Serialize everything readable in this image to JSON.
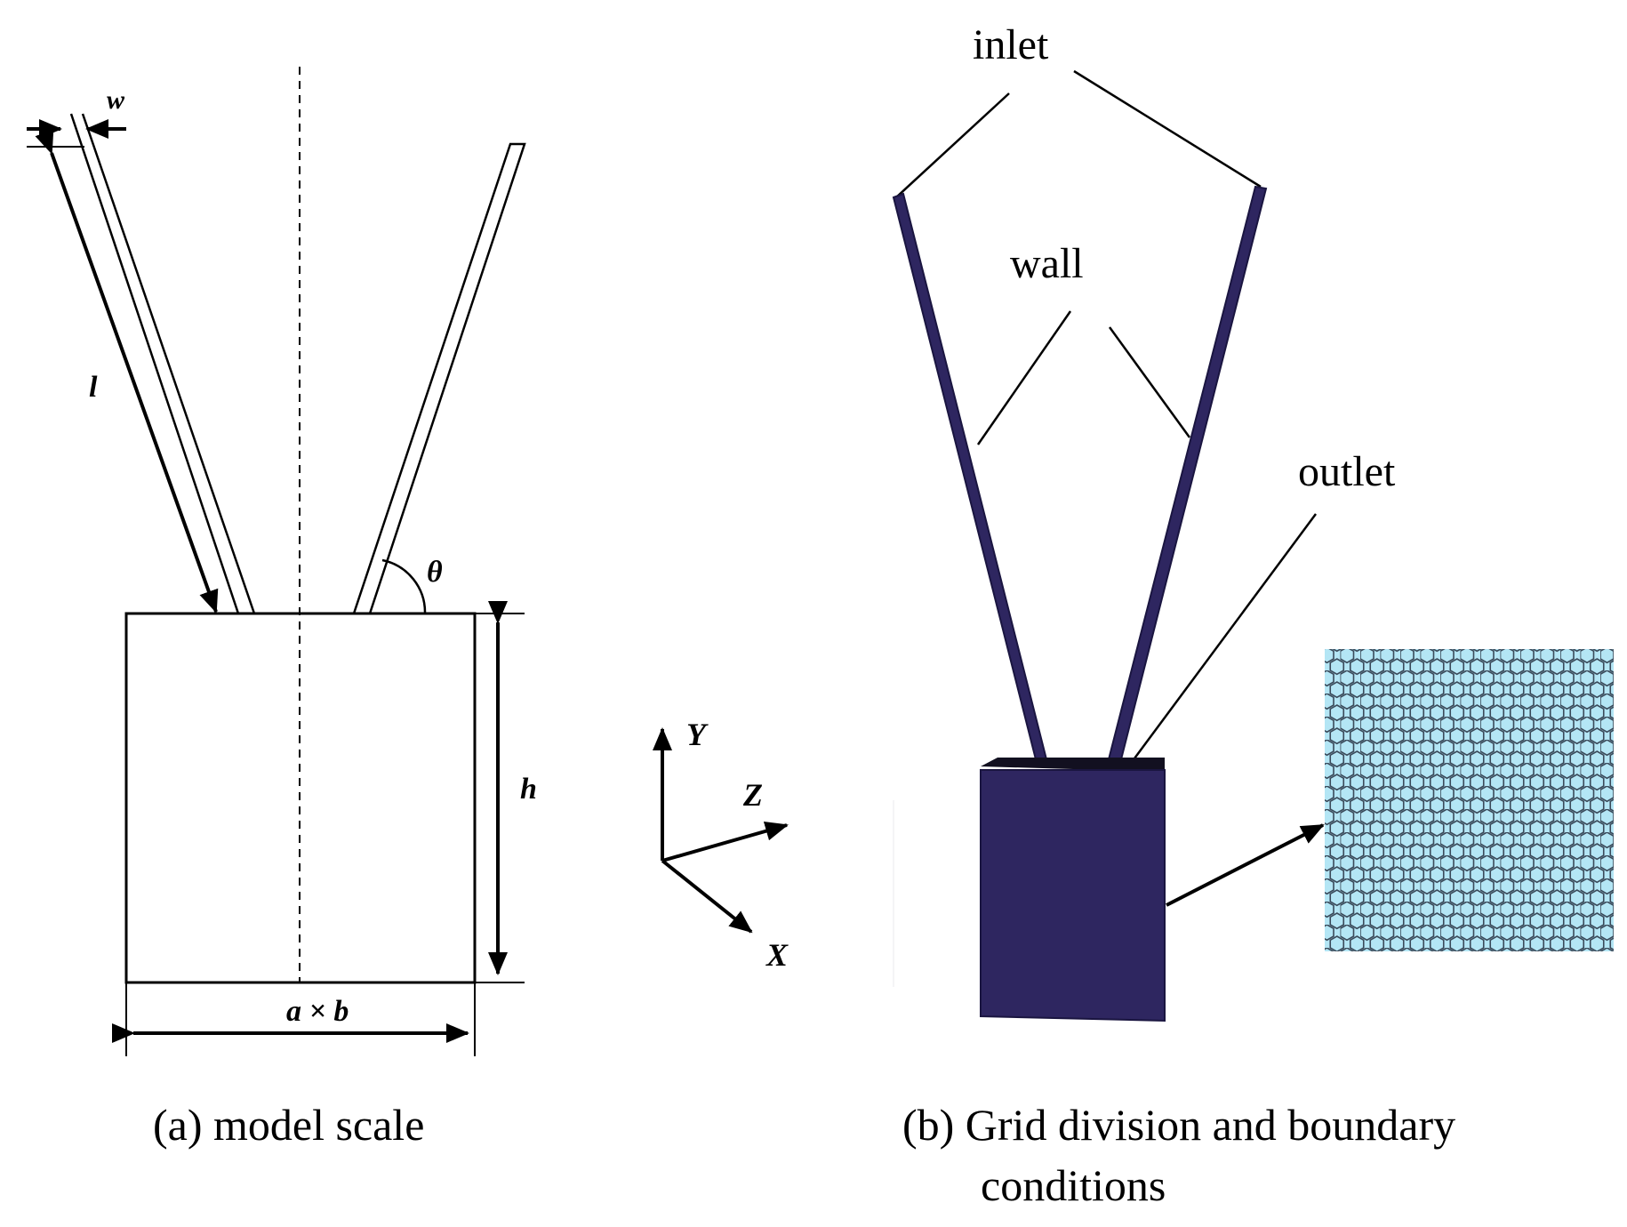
{
  "panel_a": {
    "caption": "(a) model scale",
    "dim_w": "w",
    "dim_l": "l",
    "dim_theta": "θ",
    "dim_h": "h",
    "dim_ab": "a × b"
  },
  "axes": {
    "y": "Y",
    "z": "Z",
    "x": "X"
  },
  "panel_b": {
    "inlet": "inlet",
    "wall": "wall",
    "outlet": "outlet",
    "caption_line1": "(b) Grid division and boundary",
    "caption_line2": "conditions"
  },
  "colors": {
    "mesh_body": "#2e2660",
    "mesh_cell_fill": "#b4e6f5",
    "mesh_cell_stroke": "#3a4a5a"
  }
}
